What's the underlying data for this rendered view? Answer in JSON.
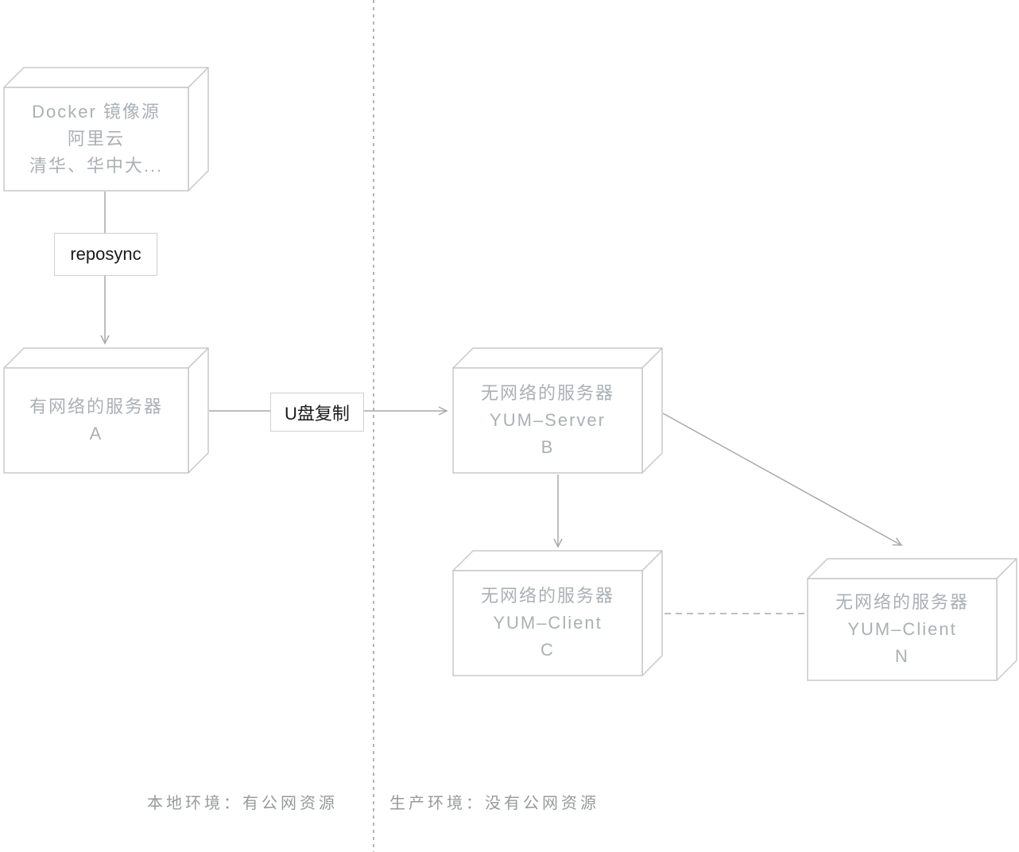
{
  "colors": {
    "background": "#ffffff",
    "box_fill": "#ffffff",
    "box_stroke": "#c8c8c8",
    "box_text": "#aab0b5",
    "line": "#a9a9a9",
    "separator": "#9b9b9b",
    "edge_label_text": "#1a1a1a",
    "edge_label_border": "#cfcfcf",
    "footer_text": "#97999c"
  },
  "nodes": {
    "docker_source": {
      "lines": [
        "Docker 镜像源",
        "阿里云",
        "清华、华中大..."
      ]
    },
    "server_a": {
      "lines": [
        "有网络的服务器",
        "A"
      ]
    },
    "yum_server_b": {
      "lines": [
        "无网络的服务器",
        "YUM–Server",
        "B"
      ]
    },
    "yum_client_c": {
      "lines": [
        "无网络的服务器",
        "YUM–Client",
        "C"
      ]
    },
    "yum_client_n": {
      "lines": [
        "无网络的服务器",
        "YUM–Client",
        "N"
      ]
    }
  },
  "edges": {
    "reposync_label": "reposync",
    "usb_copy_label": "U盘复制"
  },
  "footer": {
    "local": "本地环境：有公网资源",
    "production": "生产环境：没有公网资源"
  }
}
